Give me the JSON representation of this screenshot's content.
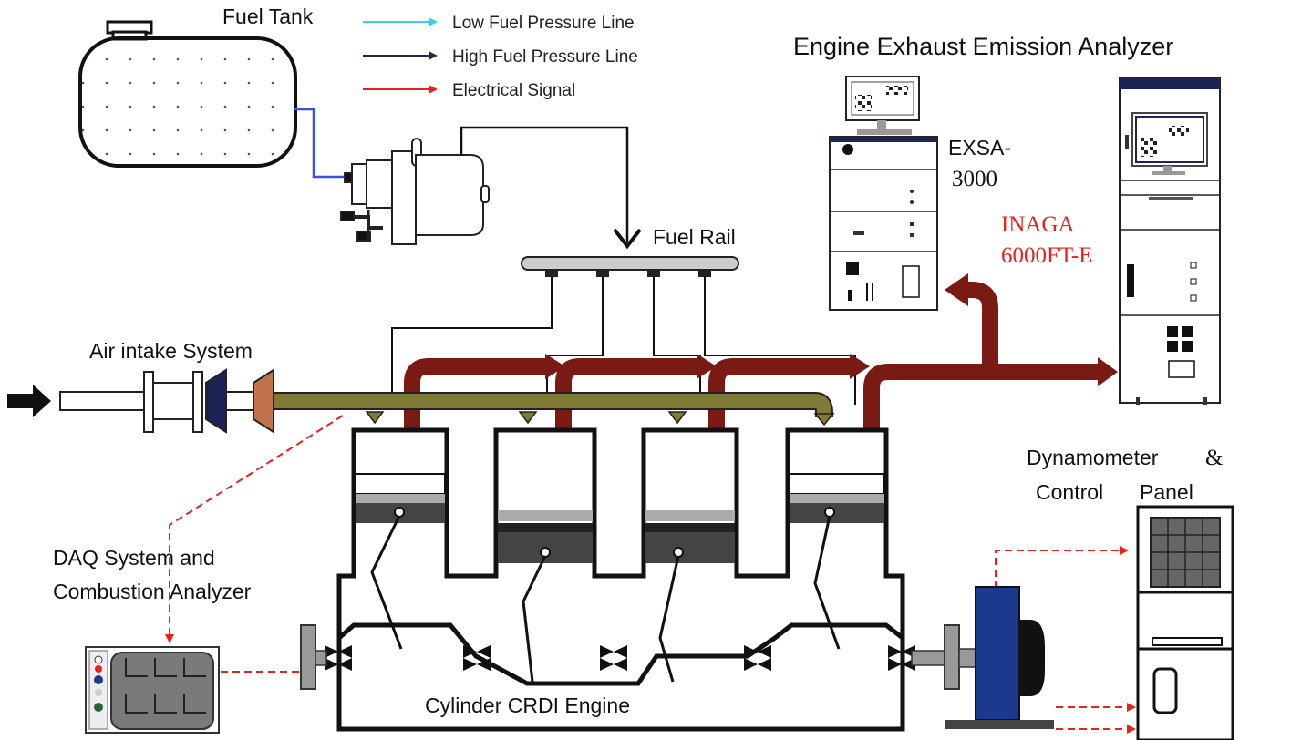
{
  "labels": {
    "fuel_tank": "Fuel Tank",
    "fuel_rail": "Fuel Rail",
    "air_intake": "Air intake System",
    "daq_line1": "DAQ System and",
    "daq_line2": "Combustion Analyzer",
    "engine": "Cylinder CRDI Engine",
    "emission_analyzer": "Engine Exhaust Emission Analyzer",
    "exsa_line1": "EXSA-",
    "exsa_line2": "3000",
    "inaga_line1": "INAGA",
    "inaga_line2": "6000FT-E",
    "dyno_line1_a": "Dynamometer",
    "dyno_line1_b": "&",
    "dyno_line2_a": "Control",
    "dyno_line2_b": "Panel"
  },
  "legend": [
    {
      "label": "Low Fuel Pressure Line",
      "color": "#34d0f0"
    },
    {
      "label": "High Fuel Pressure Line",
      "color": "#1f2a44"
    },
    {
      "label": "Electrical Signal",
      "color": "#e8211c"
    }
  ],
  "colors": {
    "exhaust": "#7a1a14",
    "intake": "#7f7a35",
    "electrical": "#e8211c",
    "low_pressure": "#3a4ee8",
    "dynamometer": "#1b3a8e"
  }
}
